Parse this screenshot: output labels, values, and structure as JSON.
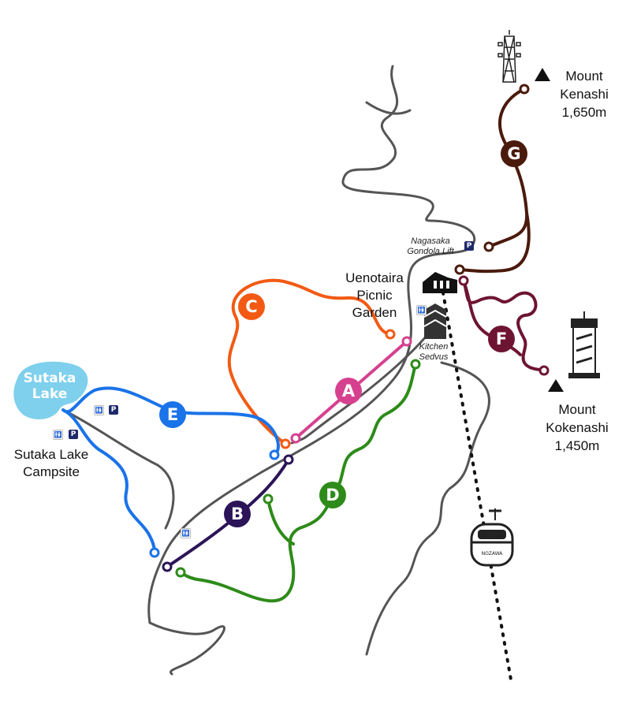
{
  "peaks": {
    "kenashi": {
      "name": "Mount\nKenashi",
      "elevation": "1,650m"
    },
    "kokenashi": {
      "name": "Mount\nKokenashi",
      "elevation": "1,450m"
    }
  },
  "places": {
    "gondola": "Nagasaka\nGondola Lift",
    "picnic": "Uenotaira\nPicnic\nGarden",
    "kitchen": "Kitchen\nSedvus",
    "lake": "Sutaka\nLake",
    "campsite": "Sutaka Lake\nCampsite"
  },
  "icons": {
    "parking": "P",
    "restroom": "🚻"
  },
  "trails": [
    {
      "id": "A",
      "color": "#d6418f"
    },
    {
      "id": "B",
      "color": "#2b1457"
    },
    {
      "id": "C",
      "color": "#f25a14"
    },
    {
      "id": "D",
      "color": "#2e8b1a"
    },
    {
      "id": "E",
      "color": "#1a73e8"
    },
    {
      "id": "F",
      "color": "#6e1433"
    },
    {
      "id": "G",
      "color": "#4a1a0c"
    }
  ],
  "colors": {
    "road": "#555555",
    "lake": "#7fd0ec",
    "lift_line": "#111111"
  }
}
